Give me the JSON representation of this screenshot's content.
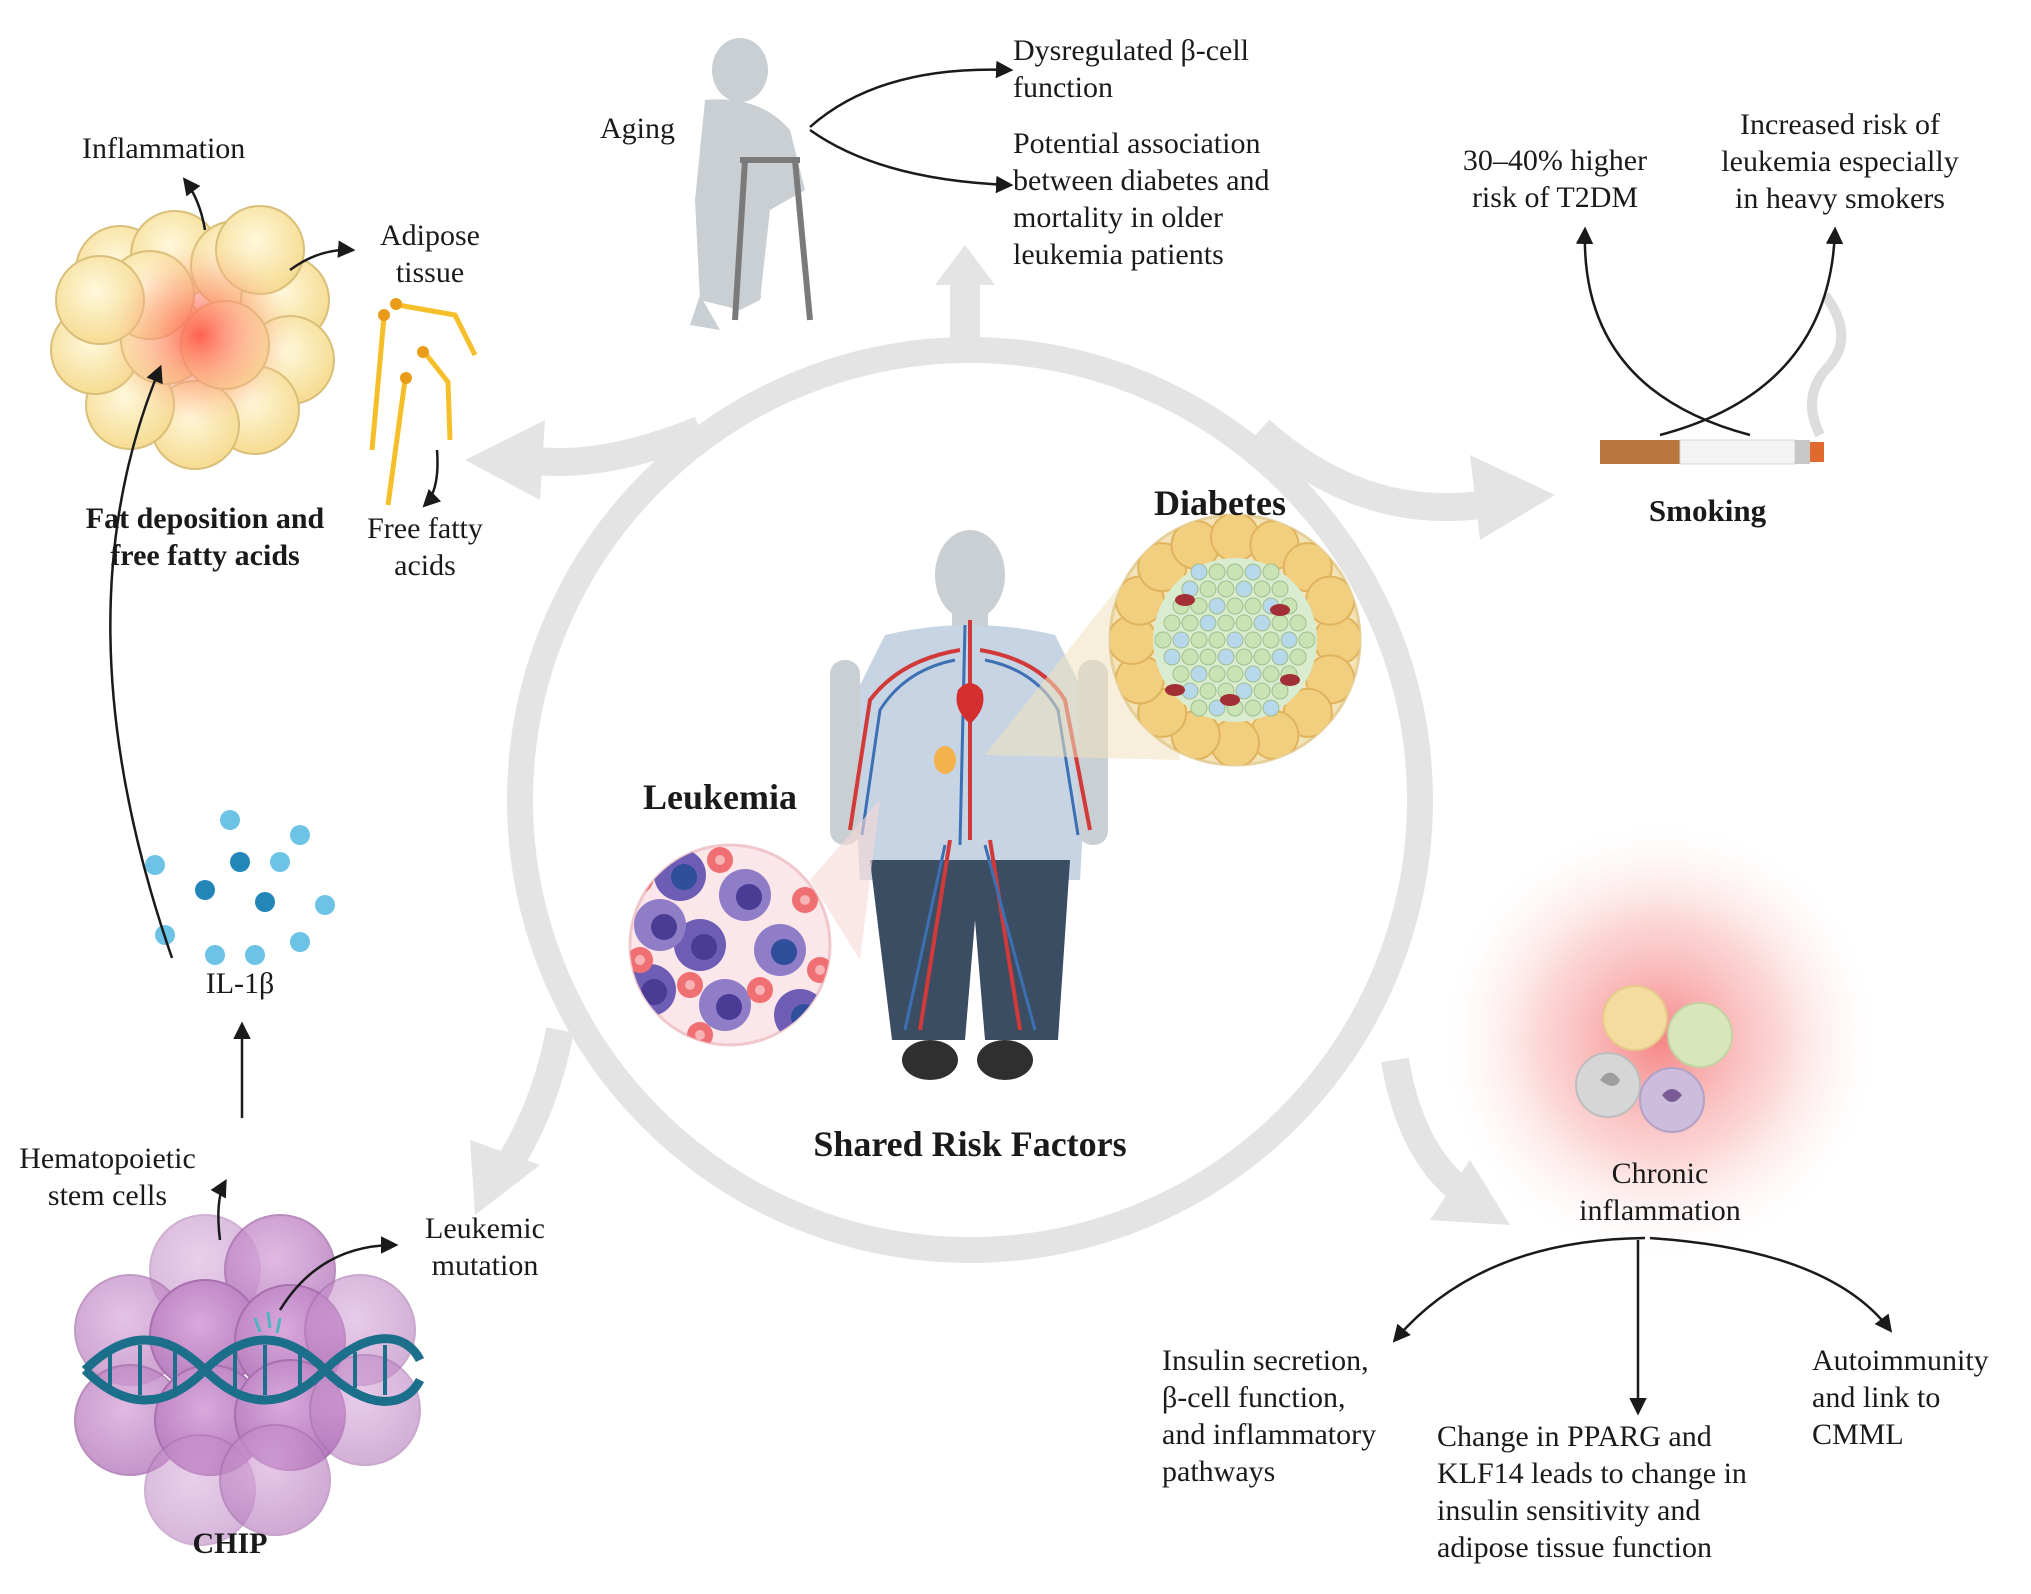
{
  "center": {
    "title": "Shared Risk Factors",
    "diabetes_label": "Diabetes",
    "leukemia_label": "Leukemia"
  },
  "aging": {
    "label": "Aging",
    "effect_1_lines": [
      "Dysregulated β-cell",
      "function"
    ],
    "effect_2_lines": [
      "Potential association",
      "between diabetes and",
      "mortality in older",
      "leukemia patients"
    ]
  },
  "smoking": {
    "label": "Smoking",
    "effect_1_lines": [
      "30–40% higher",
      "risk of T2DM"
    ],
    "effect_2_lines": [
      "Increased risk of",
      "leukemia especially",
      "in heavy smokers"
    ]
  },
  "fat": {
    "label_lines": [
      "Fat deposition and",
      "free fatty acids"
    ],
    "inflammation": "Inflammation",
    "adipose_lines": [
      "Adipose",
      "tissue"
    ],
    "ffa_lines": [
      "Free fatty",
      "acids"
    ]
  },
  "chip": {
    "label": "CHIP",
    "hsc_lines": [
      "Hematopoietic",
      "stem cells"
    ],
    "mutation_lines": [
      "Leukemic",
      "mutation"
    ],
    "cytokine": "IL-1β"
  },
  "chronic": {
    "label_lines": [
      "Chronic",
      "inflammation"
    ],
    "effect_1_lines": [
      "Insulin secretion,",
      "β-cell function,",
      "and inflammatory",
      "pathways"
    ],
    "effect_2_lines": [
      "Change in PPARG and",
      "KLF14 leads to change in",
      "insulin sensitivity and",
      "adipose tissue function"
    ],
    "effect_3_lines": [
      "Autoimmunity",
      "and link to",
      "CMML"
    ]
  },
  "colors": {
    "ring": "#e4e4e4",
    "arrow": "#1a1a1a",
    "fat_cell": "#fbe7ac",
    "chip_cell": "#c98fce",
    "dna": "#1b6f8a",
    "il1b": "#4fb3d9",
    "inflammation_glow": "#f58a8a"
  }
}
